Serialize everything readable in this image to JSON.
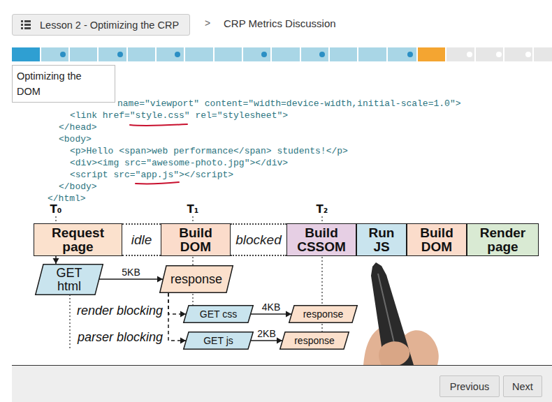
{
  "diagram": {
    "nodes": [
      {
        "text": [
          "Lesson 2 - Optimizing the CRP"
        ]
      },
      {
        "text": [
          "Optimizing the DOM"
        ]
      },
      {
        "text": [
          "Request page"
        ]
      },
      {
        "text": [
          "idle"
        ]
      },
      {
        "text": [
          "Build DOM"
        ]
      },
      {
        "text": [
          "blocked"
        ]
      },
      {
        "text": [
          "Build CSSOM"
        ]
      },
      {
        "text": [
          "Run JS"
        ]
      },
      {
        "text": [
          "Build DOM"
        ]
      },
      {
        "text": [
          "Render page"
        ]
      },
      {
        "text": [
          "GET html"
        ]
      },
      {
        "text": [
          "response"
        ]
      },
      {
        "text": [
          "GET css"
        ]
      },
      {
        "text": [
          "response"
        ]
      },
      {
        "text": [
          "GET js"
        ]
      },
      {
        "text": [
          "response"
        ]
      },
      {
        "text": [
          "Previous"
        ]
      },
      {
        "text": [
          "Next"
        ]
      }
    ],
    "edges": [
      {
        "from": 2,
        "to": 10,
        "arrow": "to"
      },
      {
        "from": 10,
        "to": 11,
        "label": "5KB",
        "arrow": "to"
      },
      {
        "from": 11,
        "to": 12,
        "arrow": "to"
      },
      {
        "from": 11,
        "to": 14,
        "arrow": "to"
      },
      {
        "from": 12,
        "to": 13,
        "label": "4KB",
        "arrow": "to"
      },
      {
        "from": 14,
        "to": 15,
        "label": "2KB",
        "arrow": "to"
      }
    ],
    "labels": [
      ">",
      "CRP Metrics Discussion",
      "name=\"viewport\" content=\"width=device-width,initial-scale=1.0\">",
      "<link href=\"style.css\" rel=\"stylesheet\">",
      "</head>",
      "<body>",
      "<p>Hello <span>web performance</span> students!</p>",
      "<div><img src=\"awesome-photo.jpg\"></div>",
      "<script src=\"app.js\"></script>",
      "</body>",
      "</html>",
      "T₀",
      "T₁",
      "T₂",
      "render blocking",
      "parser blocking"
    ]
  }
}
